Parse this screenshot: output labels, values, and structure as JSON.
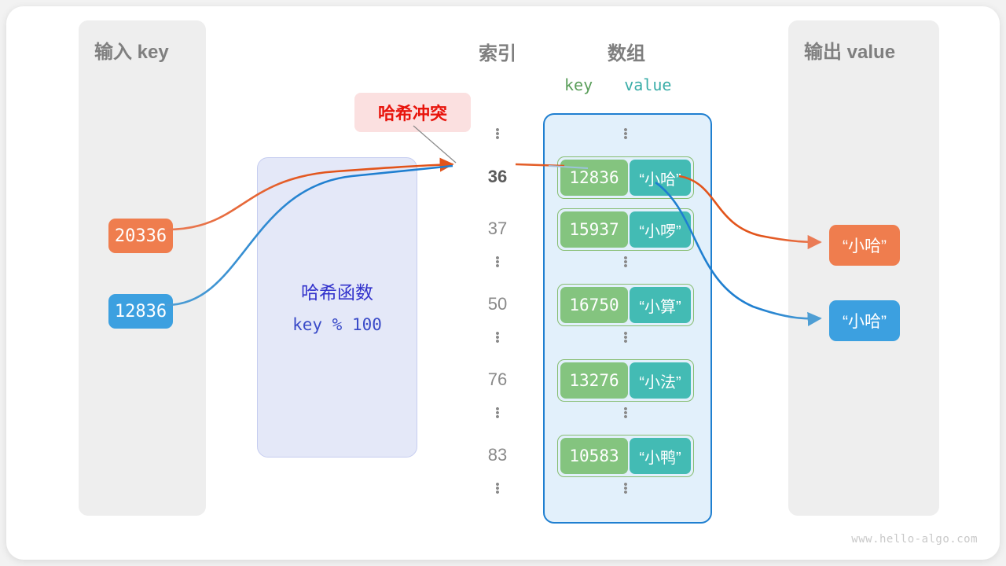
{
  "page": {
    "watermark": "www.hello-algo.com",
    "background": "#f2f2f2",
    "card_background": "#ffffff"
  },
  "colors": {
    "panel": "#eeeeee",
    "panel_title": "#7f7f7f",
    "orange": "#ef7d4e",
    "orange_arrow": "#e2541b",
    "blue": "#3ca0e0",
    "blue_arrow": "#1f7fd0",
    "array_fill": "#e2f0fb",
    "array_border": "#1f7fd0",
    "key_box": "#84c47f",
    "value_box": "#43bbb4",
    "bucket_border": "#86bd70",
    "hash_fill": "#e4e8f8",
    "hash_border": "#c6cdf0",
    "hash_text": "#3333cc",
    "collision_fill": "#fbe0e0",
    "collision_text": "#e8140c"
  },
  "input_panel": {
    "title": "输入 key",
    "keys": [
      {
        "value": "20336",
        "color": "orange"
      },
      {
        "value": "12836",
        "color": "blue"
      }
    ]
  },
  "hash_function": {
    "title": "哈希函数",
    "expression": "key % 100"
  },
  "collision": {
    "label": "哈希冲突"
  },
  "array_section": {
    "index_header": "索引",
    "array_header": "数组",
    "key_header": "key",
    "value_header": "value",
    "rows": [
      {
        "type": "ellipsis"
      },
      {
        "type": "entry",
        "index": "36",
        "index_active": true,
        "key": "12836",
        "value": "“小哈”"
      },
      {
        "type": "entry",
        "index": "37",
        "index_active": false,
        "key": "15937",
        "value": "“小啰”"
      },
      {
        "type": "ellipsis"
      },
      {
        "type": "entry",
        "index": "50",
        "index_active": false,
        "key": "16750",
        "value": "“小算”"
      },
      {
        "type": "ellipsis"
      },
      {
        "type": "entry",
        "index": "76",
        "index_active": false,
        "key": "13276",
        "value": "“小法”"
      },
      {
        "type": "ellipsis"
      },
      {
        "type": "entry",
        "index": "83",
        "index_active": false,
        "key": "10583",
        "value": "“小鸭”"
      },
      {
        "type": "ellipsis"
      }
    ]
  },
  "output_panel": {
    "title": "输出 value",
    "values": [
      {
        "value": "“小哈”",
        "color": "orange"
      },
      {
        "value": "“小哈”",
        "color": "blue"
      }
    ]
  }
}
